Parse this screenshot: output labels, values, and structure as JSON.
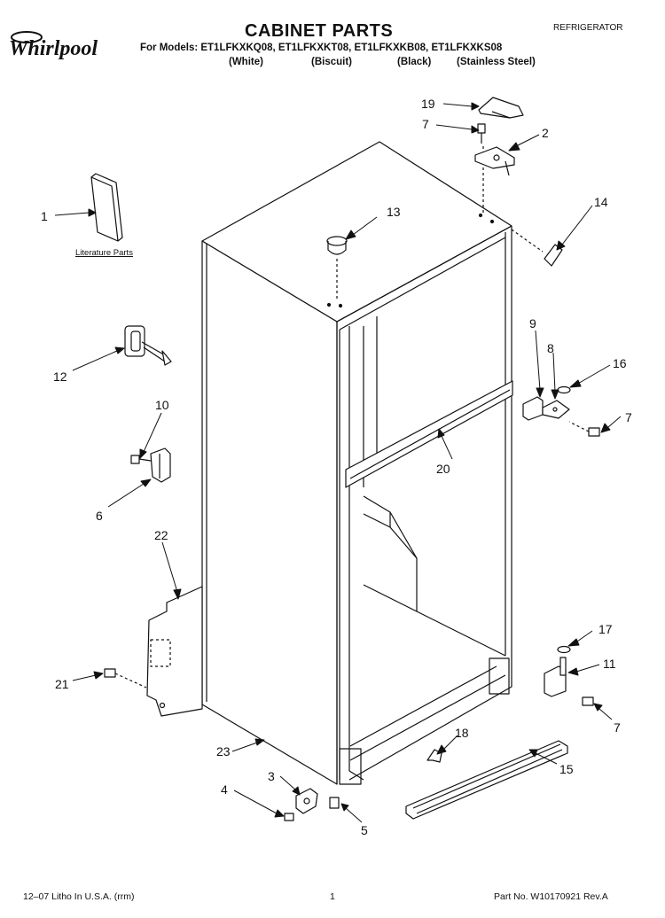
{
  "header": {
    "brand": "Whirlpool",
    "title": "CABINET PARTS",
    "category": "REFRIGERATOR",
    "models_line": "For Models: ET1LFKXKQ08, ET1LFKXKT08, ET1LFKXKB08, ET1LFKXKS08",
    "colors": [
      "(White)",
      "(Biscuit)",
      "(Black)",
      "(Stainless Steel)"
    ]
  },
  "diagram": {
    "literature_label": "Literature Parts",
    "callouts": [
      "1",
      "2",
      "3",
      "4",
      "5",
      "6",
      "7",
      "7",
      "7",
      "8",
      "9",
      "10",
      "11",
      "12",
      "13",
      "14",
      "15",
      "16",
      "17",
      "18",
      "19",
      "20",
      "21",
      "22",
      "23"
    ]
  },
  "footer": {
    "litho": "12–07 Litho In U.S.A. (rrm)",
    "page": "1",
    "part_no": "Part No. W10170921 Rev.A"
  }
}
